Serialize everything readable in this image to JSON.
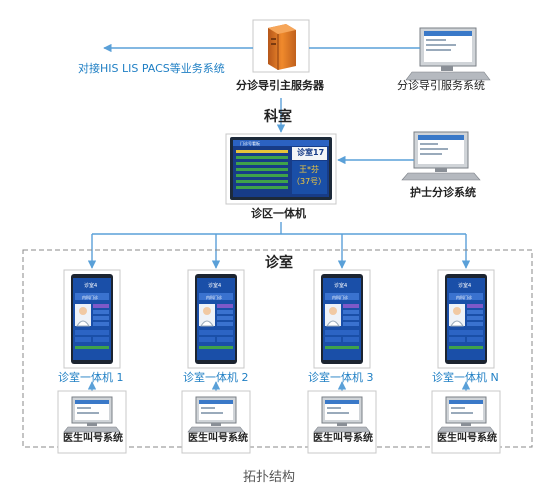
{
  "labels": {
    "his_link": "对接HIS LIS PACS等业务系统",
    "main_server": "分诊导引主服务器",
    "guide_service": "分诊导引服务系统",
    "keshi": "科室",
    "nurse_system": "护士分诊系统",
    "area_terminal": "诊区一体机",
    "zhenshi": "诊室",
    "caption": "拓扑结构"
  },
  "area_screen": {
    "room": "诊室17",
    "patient": "王*芬",
    "number": "（37号）",
    "header": "门诊号看板"
  },
  "rooms": [
    {
      "terminal": "诊室一体机 1",
      "screen_title": "诊室4",
      "screen_dept": "内科门诊",
      "doctor_system": "医生叫号系统"
    },
    {
      "terminal": "诊室一体机 2",
      "screen_title": "诊室4",
      "screen_dept": "内科门诊",
      "doctor_system": "医生叫号系统"
    },
    {
      "terminal": "诊室一体机 3",
      "screen_title": "诊室4",
      "screen_dept": "内科门诊",
      "doctor_system": "医生叫号系统"
    },
    {
      "terminal": "诊室一体机 N",
      "screen_title": "诊室4",
      "screen_dept": "内科门诊",
      "doctor_system": "医生叫号系统"
    }
  ],
  "colors": {
    "line": "#5aa0d8",
    "text_blue": "#1f7fc4",
    "screen_blue": "#1a4fa8",
    "server_orange": "#e0761e",
    "dashed_border": "#888888"
  },
  "icons": [
    "server-icon",
    "pc-icon",
    "terminal-screen-icon",
    "doctor-avatar-icon"
  ]
}
